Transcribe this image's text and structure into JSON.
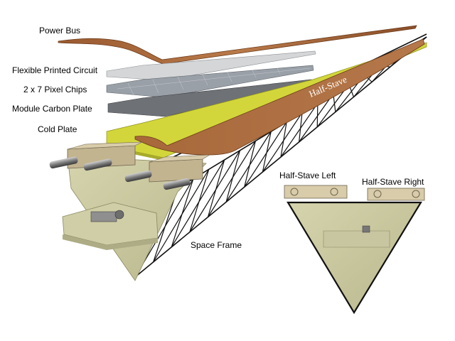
{
  "labels": {
    "power_bus": "Power Bus",
    "flex_circuit": "Flexible Printed Circuit",
    "pixel_chips": "2 x 7 Pixel Chips",
    "carbon_plate": "Module Carbon Plate",
    "cold_plate": "Cold Plate",
    "half_stave": "Half-Stave",
    "half_stave_left": "Half-Stave Left",
    "half_stave_right": "Half-Stave Right",
    "space_frame": "Space Frame"
  },
  "colors": {
    "power_bus": "#a86a3e",
    "flex_circuit": "#d4d6d8",
    "pixel_chips": "#9aa0a8",
    "carbon_plate": "#6e7175",
    "cold_plate": "#d2d63a",
    "frame": "#c9c79f",
    "clamp": "#c2b48f",
    "truss": "#111111"
  }
}
